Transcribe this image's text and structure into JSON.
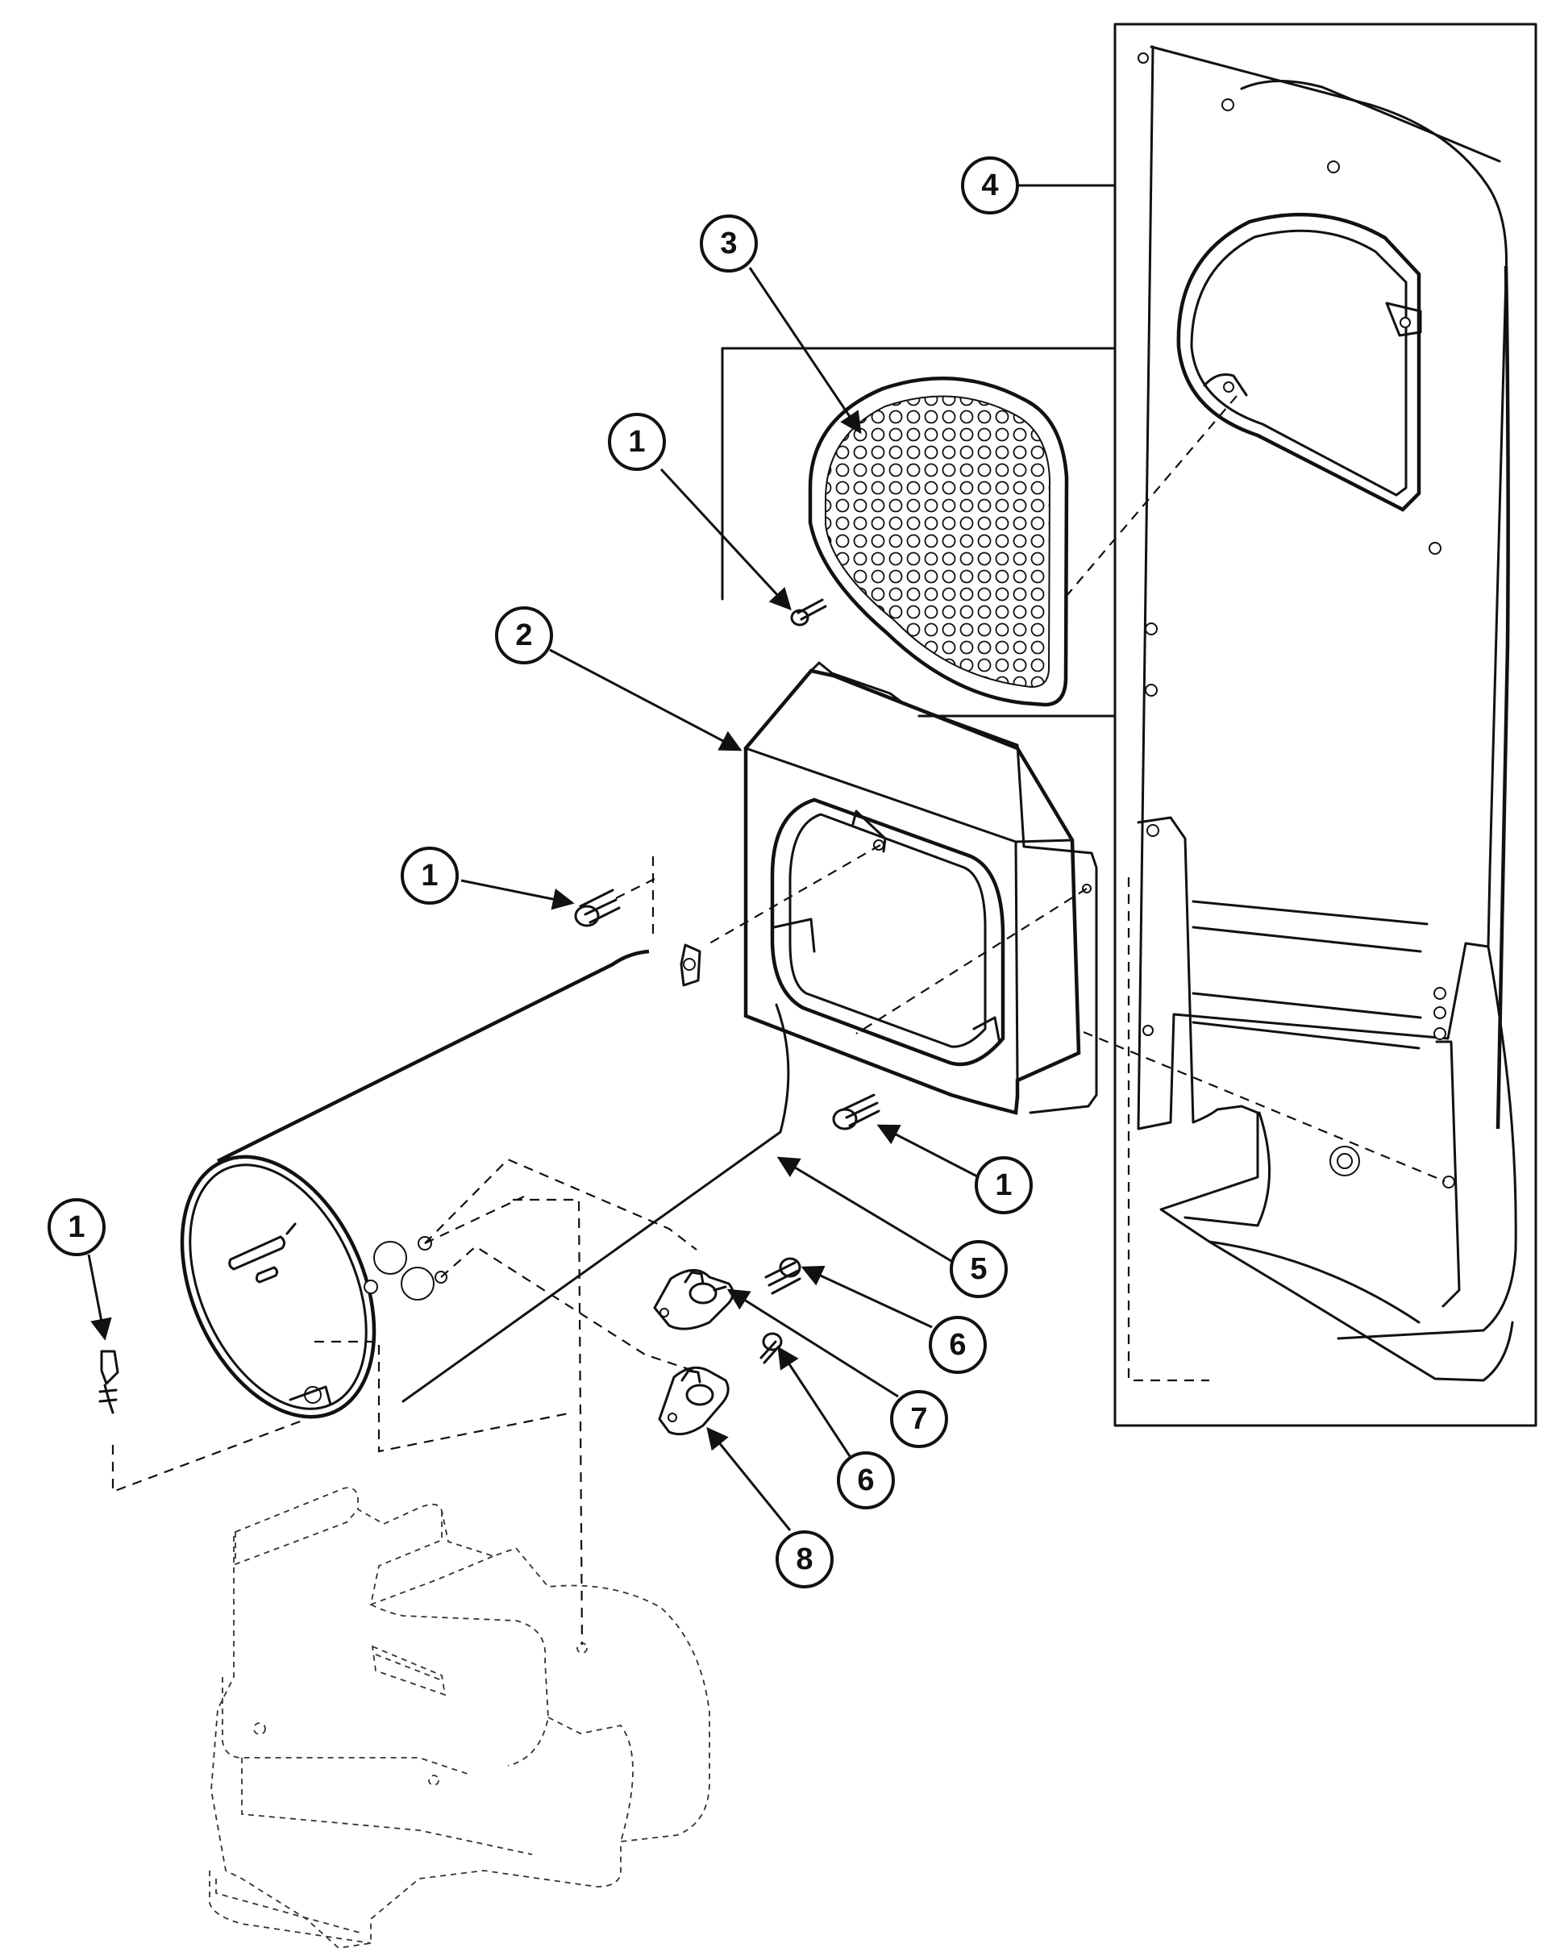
{
  "callouts": [
    {
      "id": "c1a",
      "label": "1"
    },
    {
      "id": "c1b",
      "label": "1"
    },
    {
      "id": "c1c",
      "label": "1"
    },
    {
      "id": "c1d",
      "label": "1"
    },
    {
      "id": "c2",
      "label": "2"
    },
    {
      "id": "c3",
      "label": "3"
    },
    {
      "id": "c4",
      "label": "4"
    },
    {
      "id": "c5",
      "label": "5"
    },
    {
      "id": "c6a",
      "label": "6"
    },
    {
      "id": "c6b",
      "label": "6"
    },
    {
      "id": "c7",
      "label": "7"
    },
    {
      "id": "c8",
      "label": "8"
    }
  ],
  "parts": {
    "screw": "screw-icon",
    "duct": "duct-icon",
    "lint-screen": "lint-screen-icon",
    "rear-panel": "rear-panel-icon",
    "heater-housing": "heater-housing-icon",
    "thermostat-7": "thermostat-icon",
    "thermostat-8": "thermostat-icon",
    "blower": "blower-housing-icon"
  }
}
